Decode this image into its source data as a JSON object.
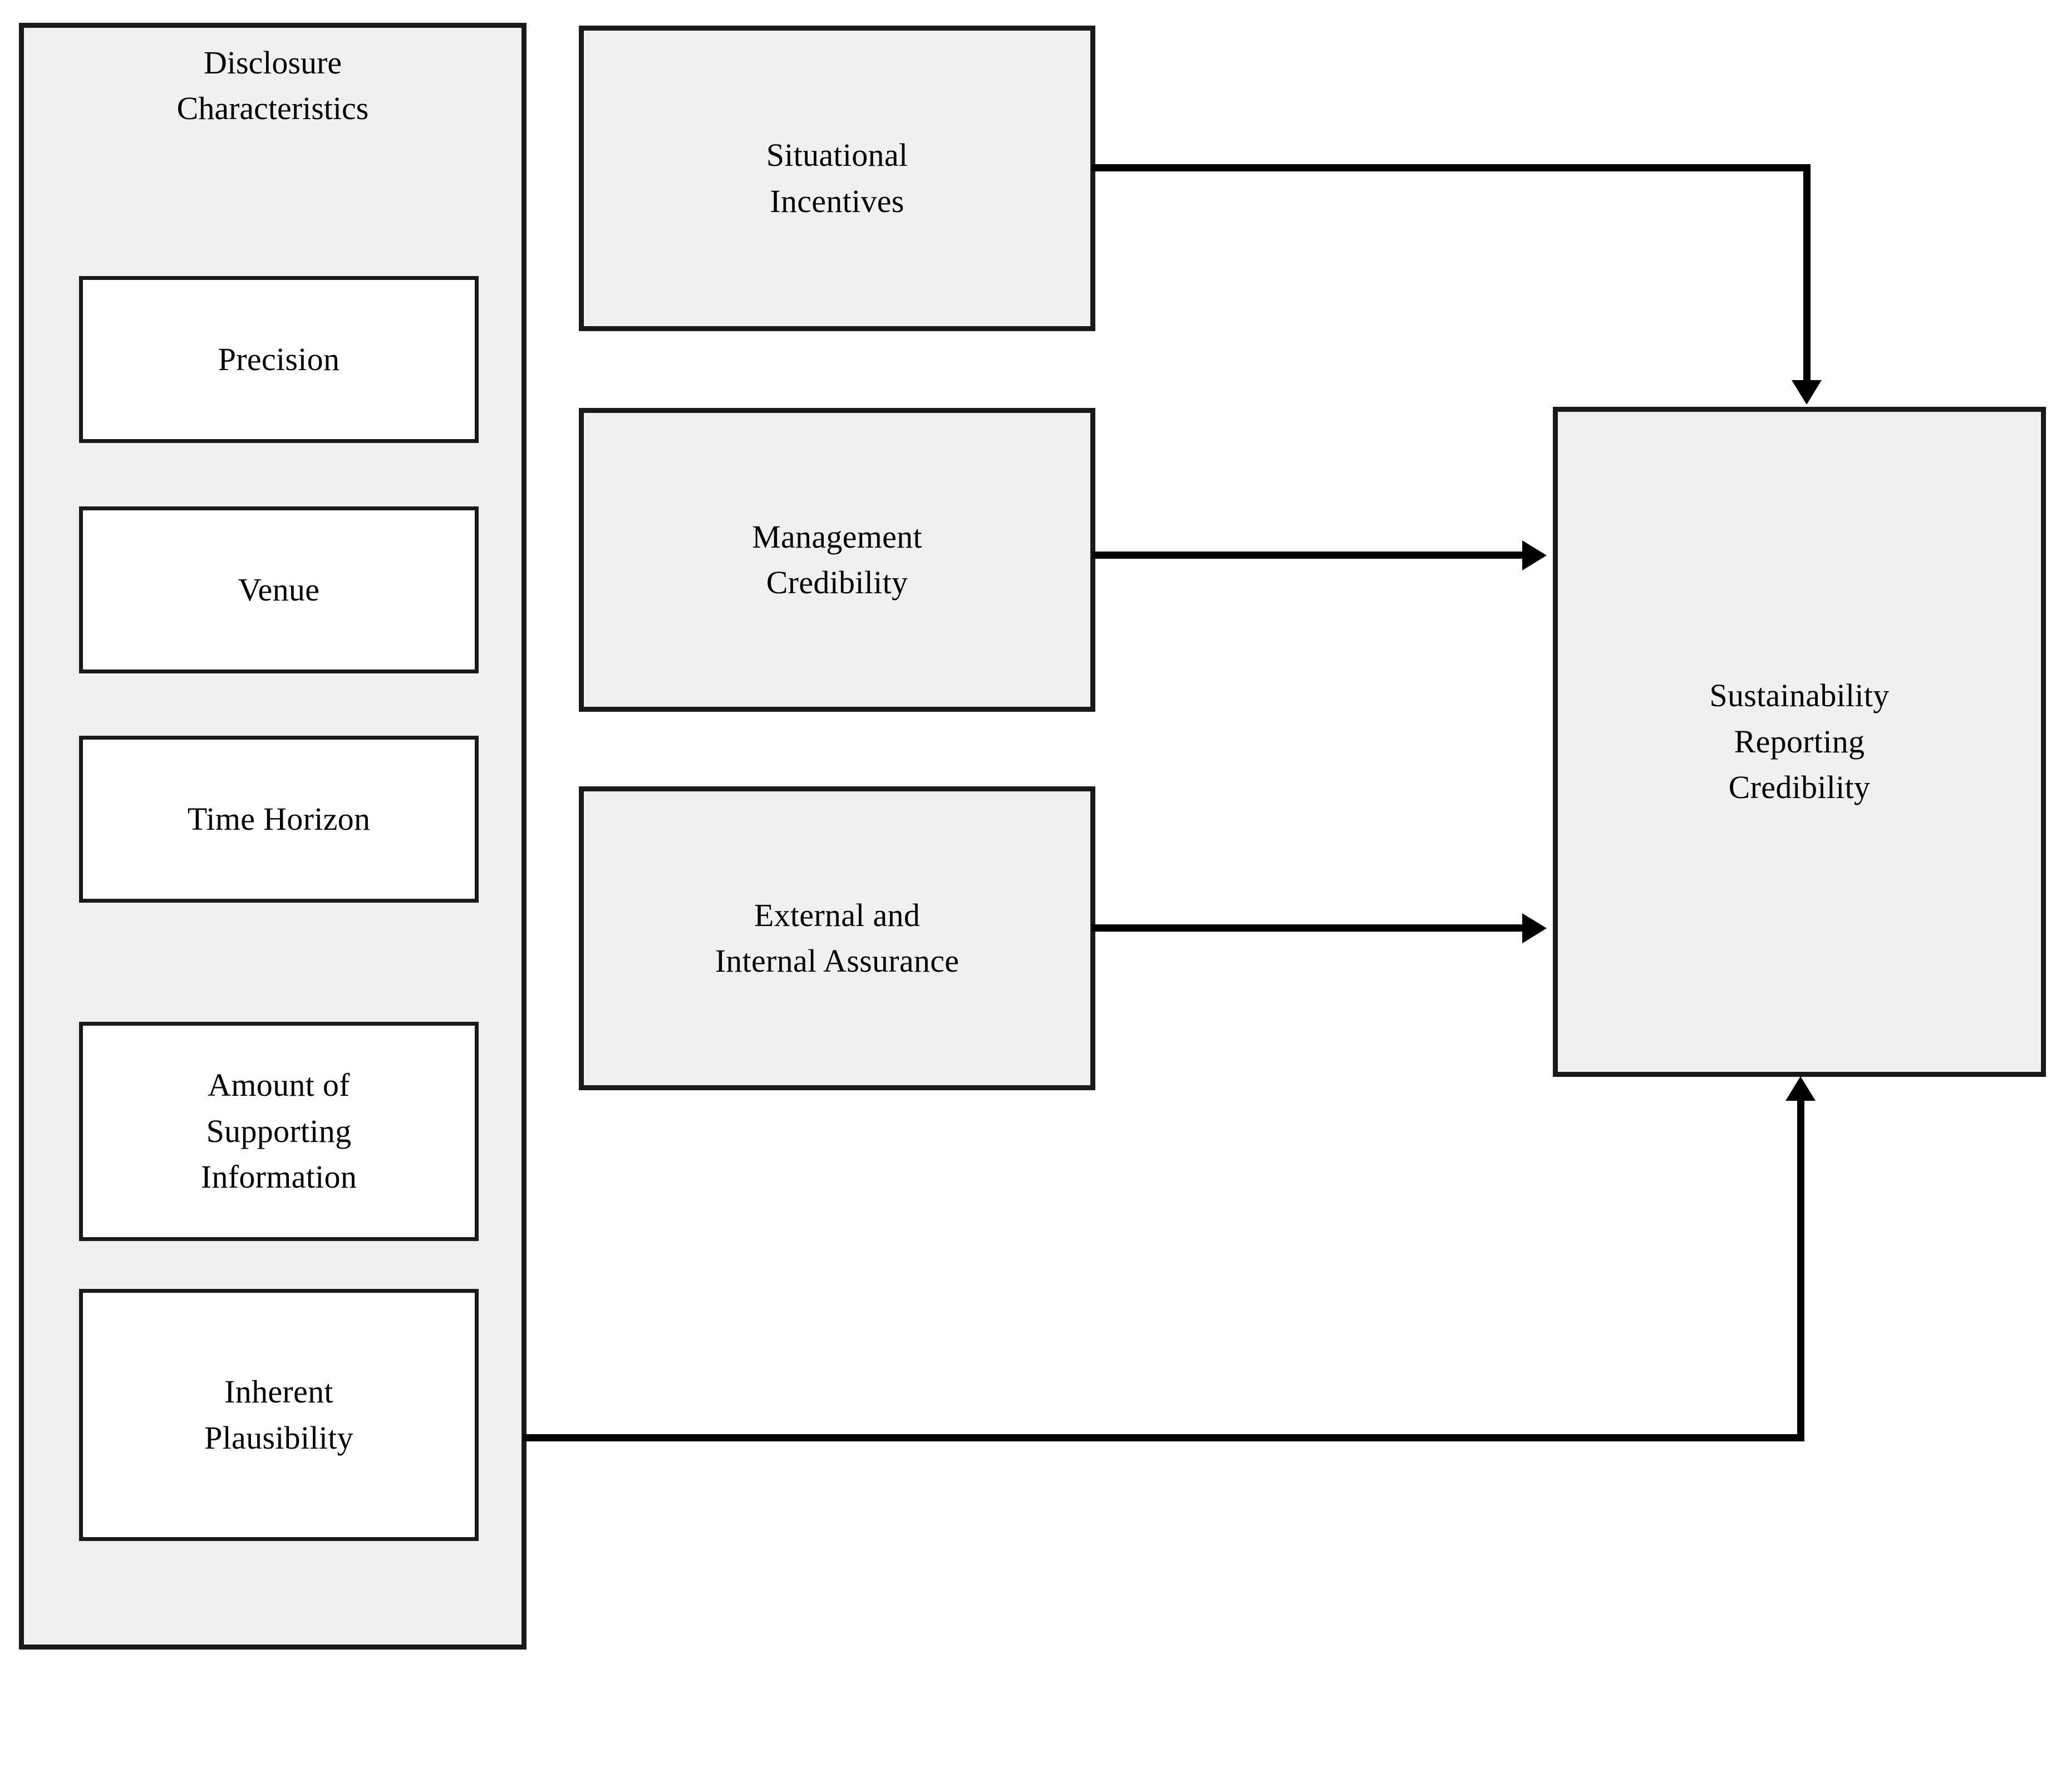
{
  "figure": {
    "kind": "conceptual-framework-diagram",
    "background_color": "#ffffff",
    "shaded_fill": "#f0f0f0",
    "white_fill": "#ffffff",
    "stroke_color": "#1a1a1a",
    "arrow_color": "#000000"
  },
  "disclosure_panel": {
    "title_line_1": "Disclosure",
    "title_line_2": "Characteristics",
    "items": [
      {
        "label": "Precision"
      },
      {
        "label": "Venue"
      },
      {
        "label": "Time Horizon"
      },
      {
        "label_line_1": "Amount of",
        "label_line_2": "Supporting",
        "label_line_3": "Information"
      },
      {
        "label_line_1": "Inherent",
        "label_line_2": "Plausibility"
      }
    ]
  },
  "drivers": [
    {
      "line_1": "Situational",
      "line_2": "Incentives"
    },
    {
      "line_1": "Management",
      "line_2": "Credibility"
    },
    {
      "line_1": "External and",
      "line_2": "Internal Assurance"
    }
  ],
  "outcome": {
    "line_1": "Sustainability",
    "line_2": "Reporting",
    "line_3": "Credibility"
  },
  "connections": [
    {
      "from": "Situational Incentives",
      "to": "Sustainability Reporting Credibility",
      "style": "elbow-right-down"
    },
    {
      "from": "Management Credibility",
      "to": "Sustainability Reporting Credibility",
      "style": "straight-right"
    },
    {
      "from": "External and Internal Assurance",
      "to": "Sustainability Reporting Credibility",
      "style": "straight-right"
    },
    {
      "from": "Disclosure Characteristics",
      "to": "Sustainability Reporting Credibility",
      "style": "elbow-right-up"
    }
  ]
}
